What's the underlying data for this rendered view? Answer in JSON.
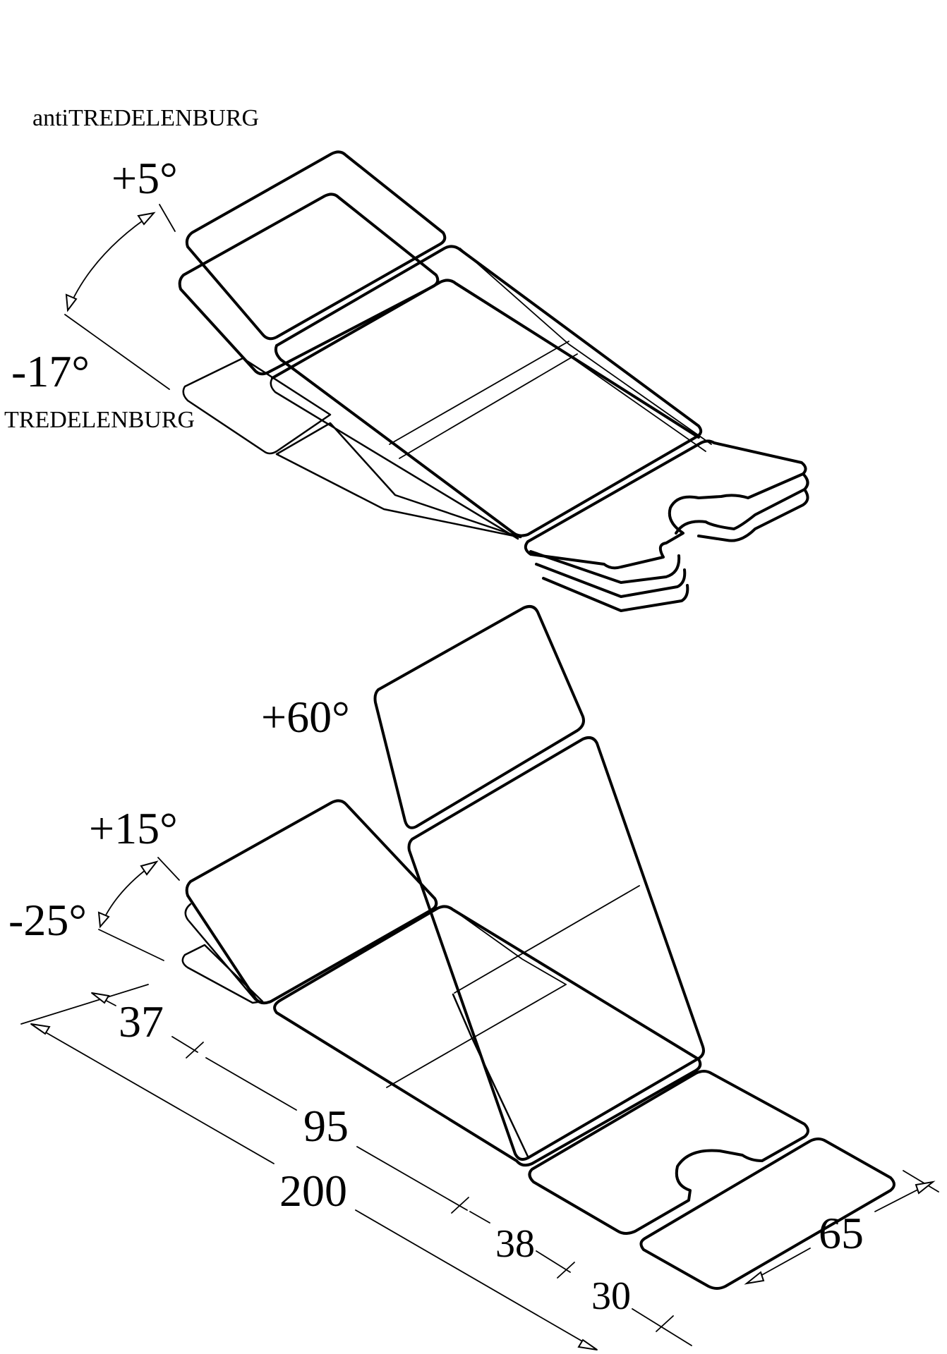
{
  "diagram": {
    "colors": {
      "line": "#000000",
      "background": "#ffffff"
    },
    "top_view": {
      "label_anti": "antiTREDELENBURG",
      "label_tred": "TREDELENBURG",
      "angle_plus": "+5°",
      "angle_minus": "-17°"
    },
    "bottom_view": {
      "back_angle": "+60°",
      "leg_angle_plus": "+15°",
      "leg_angle_minus": "-25°"
    },
    "dimensions": {
      "d37": "37",
      "d95": "95",
      "d200": "200",
      "d38": "38",
      "d30": "30",
      "d65": "65"
    }
  }
}
